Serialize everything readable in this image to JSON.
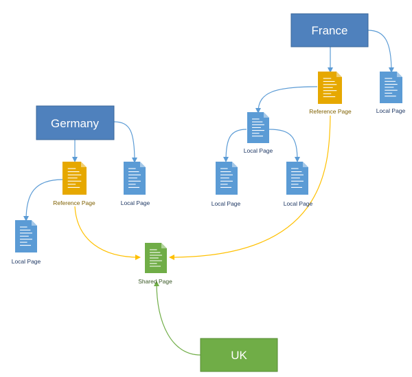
{
  "nodes": {
    "france": {
      "label": "France",
      "color": "#4f81bd"
    },
    "germany": {
      "label": "Germany",
      "color": "#4f81bd"
    },
    "uk": {
      "label": "UK",
      "color": "#70ad47"
    },
    "france_ref": {
      "label": "Reference Page",
      "kind": "reference"
    },
    "france_local_right": {
      "label": "Local Page",
      "kind": "local"
    },
    "france_local_mid": {
      "label": "Local Page",
      "kind": "local"
    },
    "france_local_left": {
      "label": "Local Page",
      "kind": "local"
    },
    "france_local_right2": {
      "label": "Local Page",
      "kind": "local"
    },
    "germany_ref": {
      "label": "Reference Page",
      "kind": "reference"
    },
    "germany_local_right": {
      "label": "Local Page",
      "kind": "local"
    },
    "germany_local_left": {
      "label": "Local Page",
      "kind": "local"
    },
    "shared": {
      "label": "Shared Page",
      "kind": "shared"
    }
  },
  "colors": {
    "local_doc": "#5b9bd5",
    "reference_doc": "#e6a800",
    "shared_doc": "#70ad47",
    "blue_connector": "#5b9bd5",
    "yellow_connector": "#ffc000",
    "green_connector": "#70ad47",
    "doc_line": "#ffffff",
    "reference_label_text": "#7f6000",
    "local_label_text": "#1f3864",
    "shared_label_text": "#375623"
  }
}
